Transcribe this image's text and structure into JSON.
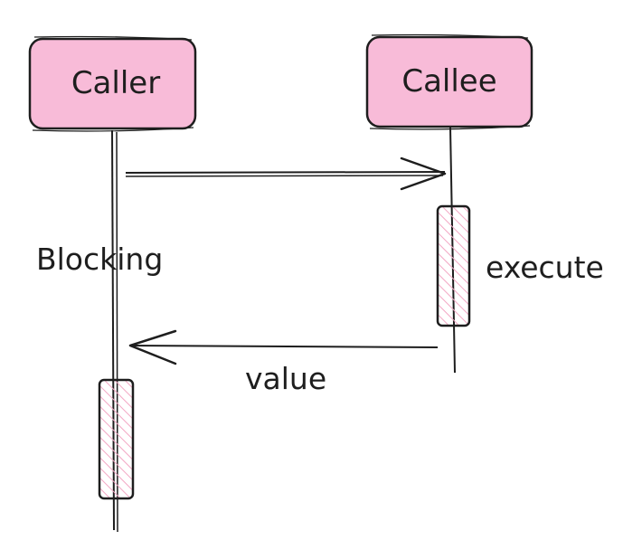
{
  "actors": [
    {
      "id": "caller",
      "label": "Caller"
    },
    {
      "id": "callee",
      "label": "Callee"
    }
  ],
  "messages": [
    {
      "from": "caller",
      "to": "callee",
      "label": ""
    },
    {
      "from": "callee",
      "to": "caller",
      "label": "value"
    }
  ],
  "notes": {
    "caller": "Blocking",
    "callee": "execute"
  },
  "colors": {
    "actor_fill": "#f8bbd8",
    "stroke": "#1e1e1e",
    "hatch": "#f3a7c4"
  }
}
